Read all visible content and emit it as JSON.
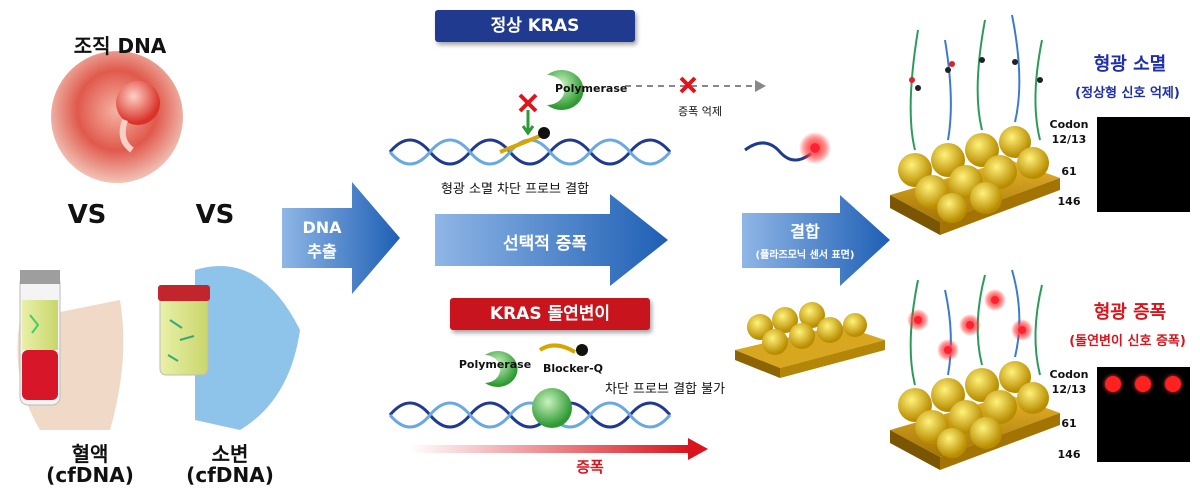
{
  "left": {
    "tissue_label": "조직 DNA",
    "vs_left": "VS",
    "vs_right": "VS",
    "blood_label": "혈액",
    "blood_sub": "(cfDNA)",
    "urine_label": "소변",
    "urine_sub": "(cfDNA)"
  },
  "arrows": {
    "extract_line1": "DNA",
    "extract_line2": "추출",
    "selective": "선택적 증폭",
    "bind": "결합",
    "bind_sub": "(플라즈모닉 센서 표면)"
  },
  "normal": {
    "banner": "정상 KRAS",
    "polymerase": "Polymerase",
    "suppress": "증폭 억제",
    "probe_bind": "형광 소멸 차단 프로브 결합"
  },
  "mutant": {
    "banner": "KRAS 돌연변이",
    "polymerase": "Polymerase",
    "blocker": "Blocker-Q",
    "no_bind": "차단 프로브 결합 불가",
    "amplify": "증폭"
  },
  "right_top": {
    "title": "형광 소멸",
    "sub": "(정상형 신호 억제)",
    "codon": "Codon",
    "codon_num": "12/13",
    "row2": "61",
    "row3": "146"
  },
  "right_bottom": {
    "title": "형광 증폭",
    "sub": "(돌연변이 신호 증폭)",
    "codon": "Codon",
    "codon_num": "12/13",
    "row2": "61",
    "row3": "146",
    "spots": 3
  },
  "colors": {
    "navy": "#1f3a8f",
    "red_banner": "#c8141c",
    "arrow_blue": "#1e5fb4",
    "title_blue": "#1f2fa8",
    "title_red": "#d8141c"
  }
}
